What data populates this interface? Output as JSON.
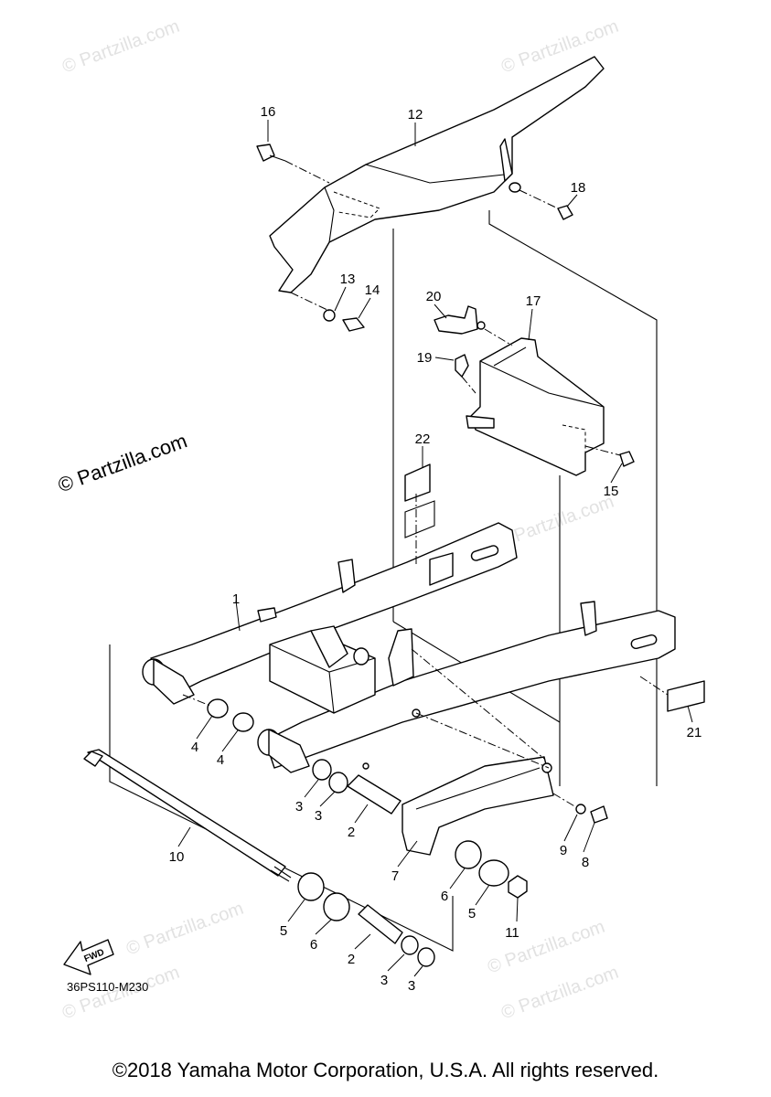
{
  "watermark": {
    "main": "© Partzilla.com",
    "faint": "© Partzilla.com"
  },
  "diagram_code": "36PS110-M230",
  "fwd_label": "FWD",
  "copyright": "©2018 Yamaha Motor Corporation, U.S.A. All rights reserved.",
  "callouts": {
    "c1": "1",
    "c2a": "2",
    "c2b": "2",
    "c3a": "3",
    "c3b": "3",
    "c3c": "3",
    "c3d": "3",
    "c4a": "4",
    "c4b": "4",
    "c5a": "5",
    "c5b": "5",
    "c6a": "6",
    "c6b": "6",
    "c7": "7",
    "c8": "8",
    "c9": "9",
    "c10": "10",
    "c11": "11",
    "c12": "12",
    "c13": "13",
    "c14": "14",
    "c15": "15",
    "c16": "16",
    "c17": "17",
    "c18": "18",
    "c19": "19",
    "c20": "20",
    "c21": "21",
    "c22": "22"
  }
}
